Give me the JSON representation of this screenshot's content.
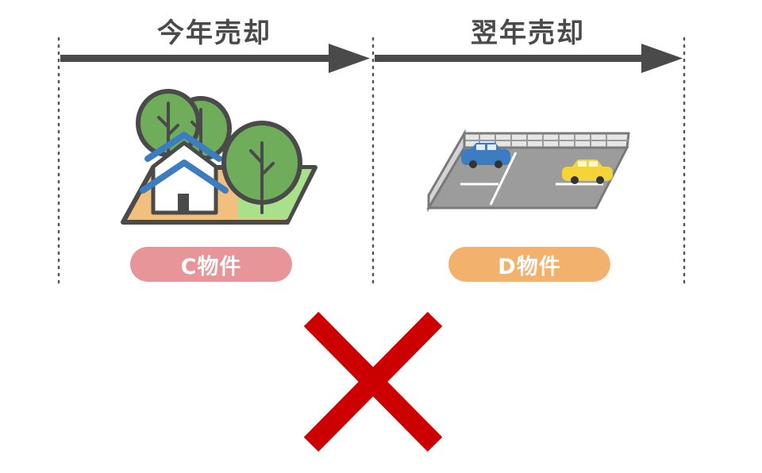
{
  "headings": {
    "left": "今年売却",
    "right": "翌年売却"
  },
  "properties": {
    "left": {
      "label": "C物件",
      "color": "#e8959a",
      "icon": "house-with-trees-icon"
    },
    "right": {
      "label": "D物件",
      "color": "#f2b26d",
      "icon": "parking-lot-icon"
    }
  },
  "colors": {
    "arrow": "#4a4a4a",
    "cross": "#cc0000"
  }
}
